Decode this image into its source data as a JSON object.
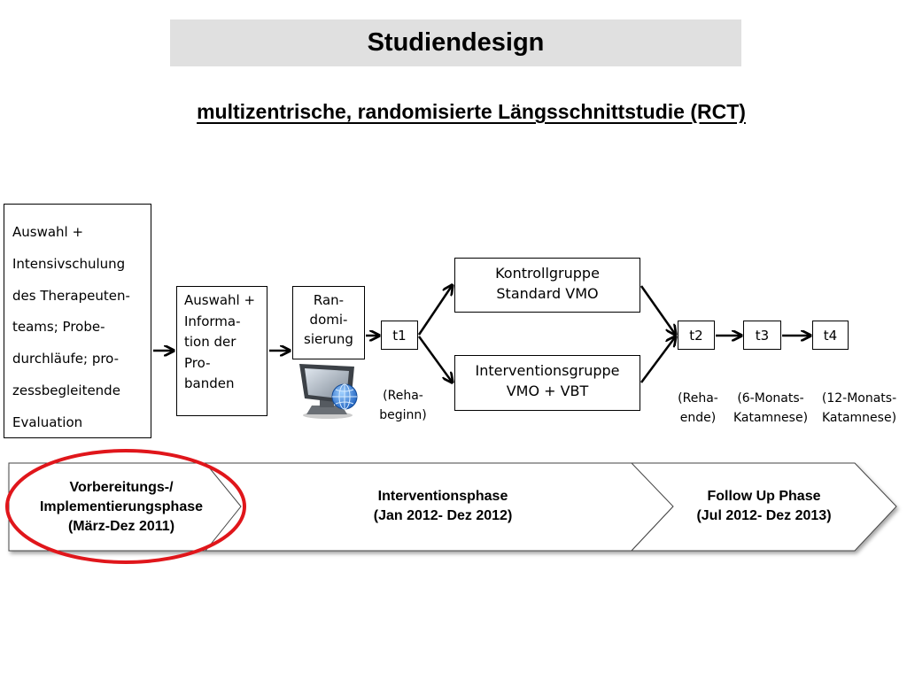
{
  "title": "Studiendesign",
  "subtitle": "multizentrische, randomisierte Längsschnittstudie (RCT)",
  "boxes": {
    "left_lines": [
      "Auswahl +",
      "Intensivschulung",
      "des Therapeuten-",
      "teams; Probe-",
      "durchläufe; pro-",
      "zessbegleitende",
      "Evaluation"
    ],
    "auswahl_lines": [
      "Auswahl +",
      "Informa-",
      "tion der",
      "Pro-",
      "banden"
    ],
    "random_lines": [
      "Ran-",
      "domi-",
      "sierung"
    ],
    "t1": "t1",
    "t2": "t2",
    "t3": "t3",
    "t4": "t4",
    "kontroll_lines": [
      "Kontrollgruppe",
      "Standard VMO"
    ],
    "interv_lines": [
      "Interventionsgruppe",
      "VMO + VBT"
    ]
  },
  "notes": {
    "t1_lines": [
      "(Reha-",
      "beginn)"
    ],
    "t2_lines": [
      "(Reha-",
      "ende)"
    ],
    "t3_lines": [
      "(6-Monats-",
      "Katamnese)"
    ],
    "t4_lines": [
      "(12-Monats-",
      "Katamnese)"
    ]
  },
  "phases": {
    "prep_lines": [
      "Vorbereitungs-/",
      "Implementierungsphase",
      "(März-Dez 2011)"
    ],
    "intervention_lines": [
      "Interventionsphase",
      "(Jan 2012- Dez 2012)"
    ],
    "followup_lines": [
      "Follow Up Phase",
      "(Jul 2012- Dez 2013)"
    ]
  },
  "icons": {
    "computer": "computer-globe-icon"
  },
  "colors": {
    "highlight_ellipse": "#e0161b",
    "title_bg": "#e0e0e0"
  }
}
